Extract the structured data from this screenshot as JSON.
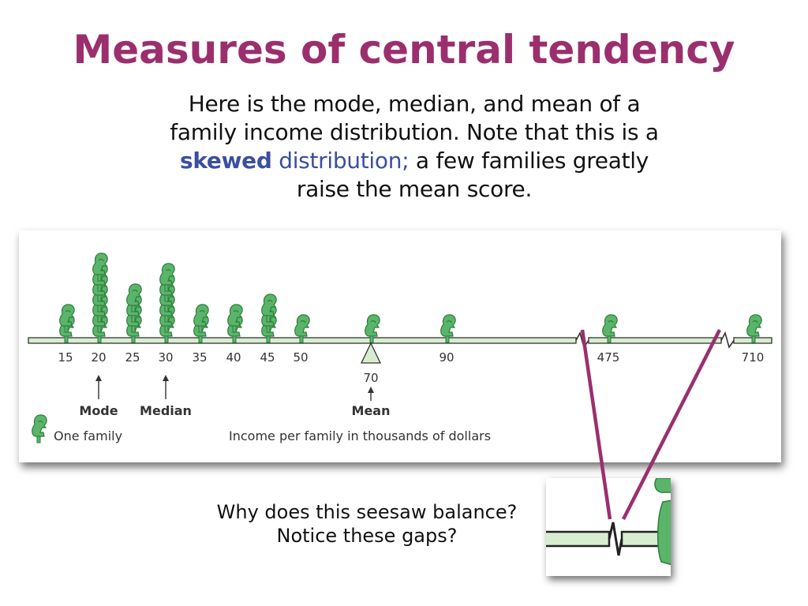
{
  "title": "Measures of central tendency",
  "subtitle": {
    "line1": "Here is the mode, median, and mean of a",
    "line2": "family income distribution. Note that this is a",
    "line3_bold": "skewed",
    "line3_colored": " distribution;",
    "line3_rest": " a few families greatly",
    "line4": "raise the mean score."
  },
  "figure": {
    "markers": {
      "mode": {
        "value": "20",
        "label": "Mode"
      },
      "median": {
        "value": "30",
        "label": "Median"
      },
      "mean": {
        "value": "70",
        "label": "Mean"
      }
    },
    "legend_label": "One family",
    "axis_label": "Income per family in thousands of dollars"
  },
  "questions": {
    "line1": "Why does this seesaw balance?",
    "line2": "Notice these gaps?"
  },
  "colors": {
    "title": "#9b2f6e",
    "keyword": "#3b4ea0",
    "figure_green": "#5ab56a",
    "beam_fill": "#d8edcf",
    "pointer": "#9b2f6e"
  },
  "icons": {
    "family": "family-icon",
    "fulcrum": "fulcrum-icon"
  },
  "chart_data": {
    "type": "dot-plot",
    "categories": [
      "15",
      "20",
      "25",
      "30",
      "35",
      "40",
      "45",
      "50",
      "90",
      "475",
      "710"
    ],
    "values": [
      2,
      7,
      4,
      6,
      2,
      2,
      3,
      1,
      1,
      1,
      1
    ],
    "mean_extra": {
      "x": "70",
      "count": 1
    },
    "mode": 20,
    "median": 30,
    "mean": 70,
    "xlabel": "Income per family in thousands of dollars"
  }
}
